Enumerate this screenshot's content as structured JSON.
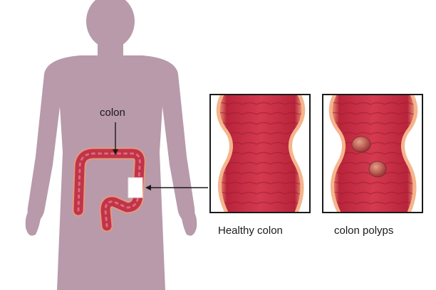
{
  "labels": {
    "colon": "colon",
    "healthy_caption": "Healthy colon",
    "polyps_caption": "colon polyps"
  },
  "colors": {
    "silhouette": "#b89aaa",
    "colon_wall": "#b8243a",
    "colon_inner": "#d4384e",
    "colon_edge": "#f0a278",
    "polyp": "#c06a6a",
    "frame": "#1a1a1a"
  }
}
